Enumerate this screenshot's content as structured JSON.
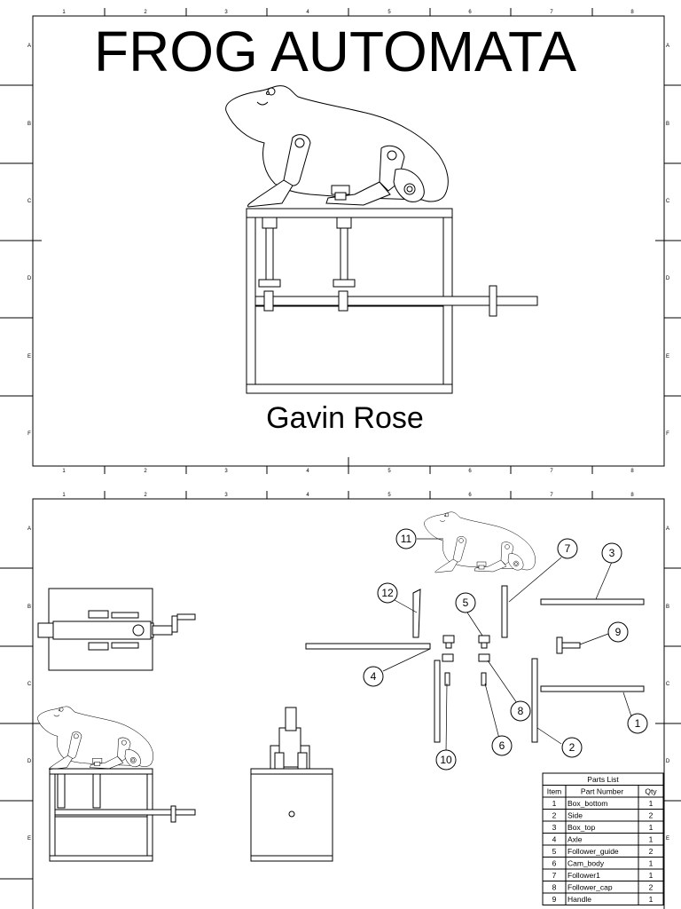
{
  "sheet1": {
    "title": "FROG AUTOMATA",
    "author": "Gavin Rose"
  },
  "sheet2": {
    "balloons": [
      "1",
      "2",
      "3",
      "4",
      "5",
      "6",
      "7",
      "8",
      "9",
      "10",
      "11",
      "12"
    ]
  },
  "zones": {
    "columns": [
      "1",
      "2",
      "3",
      "4",
      "5",
      "6",
      "7",
      "8"
    ],
    "rows_sheet1": [
      "A",
      "B",
      "C",
      "D",
      "E",
      "F"
    ],
    "rows_sheet2": [
      "A",
      "B",
      "C",
      "D",
      "E"
    ]
  },
  "parts_list": {
    "caption": "Parts List",
    "headers": [
      "Item",
      "Part Number",
      "Qty"
    ],
    "rows": [
      [
        "1",
        "Box_bottom",
        "1"
      ],
      [
        "2",
        "Side",
        "2"
      ],
      [
        "3",
        "Box_top",
        "1"
      ],
      [
        "4",
        "Axle",
        "1"
      ],
      [
        "5",
        "Follower_guide",
        "2"
      ],
      [
        "6",
        "Cam_body",
        "1"
      ],
      [
        "7",
        "Follower1",
        "1"
      ],
      [
        "8",
        "Follower_cap",
        "2"
      ],
      [
        "9",
        "Handle",
        "1"
      ]
    ]
  }
}
